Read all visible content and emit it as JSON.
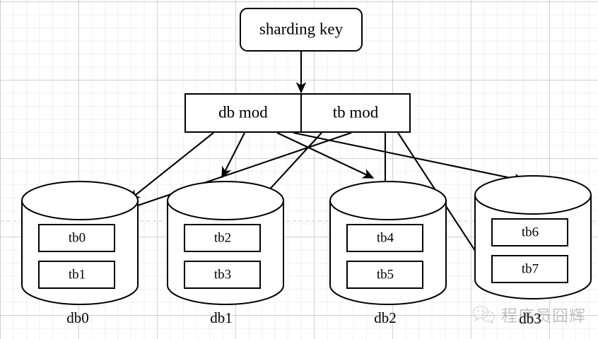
{
  "diagram": {
    "title": "sharding key routing to databases and tables",
    "root": {
      "label": "sharding key",
      "shape": "rounded-rect"
    },
    "router": {
      "left": {
        "label": "db mod"
      },
      "right": {
        "label": "tb mod"
      }
    },
    "databases": [
      {
        "id": "db0",
        "label": "db0",
        "tables": [
          {
            "label": "tb0"
          },
          {
            "label": "tb1"
          }
        ]
      },
      {
        "id": "db1",
        "label": "db1",
        "tables": [
          {
            "label": "tb2"
          },
          {
            "label": "tb3"
          }
        ]
      },
      {
        "id": "db2",
        "label": "db2",
        "tables": [
          {
            "label": "tb4"
          },
          {
            "label": "tb5"
          }
        ]
      },
      {
        "id": "db3",
        "label": "db3",
        "tables": [
          {
            "label": "tb6"
          },
          {
            "label": "tb7"
          }
        ]
      }
    ],
    "edges": [
      {
        "from": "sharding key",
        "to": "db mod / tb mod"
      },
      {
        "from": "db mod",
        "to": "db0"
      },
      {
        "from": "db mod",
        "to": "db1"
      },
      {
        "from": "db mod",
        "to": "db2"
      },
      {
        "from": "db mod",
        "to": "db3"
      },
      {
        "from": "tb mod",
        "to": "tb0"
      },
      {
        "from": "tb mod",
        "to": "tb2"
      },
      {
        "from": "tb mod",
        "to": "tb4"
      },
      {
        "from": "tb mod",
        "to": "tb7"
      }
    ],
    "colors": {
      "stroke": "#000000",
      "fill": "#ffffff",
      "grid_minor": "#f0f0f0",
      "grid_major": "#dedede",
      "guide": "#c9c9c9"
    }
  },
  "watermark": {
    "text": "程序员囧辉",
    "icon": "wechat-icon"
  }
}
